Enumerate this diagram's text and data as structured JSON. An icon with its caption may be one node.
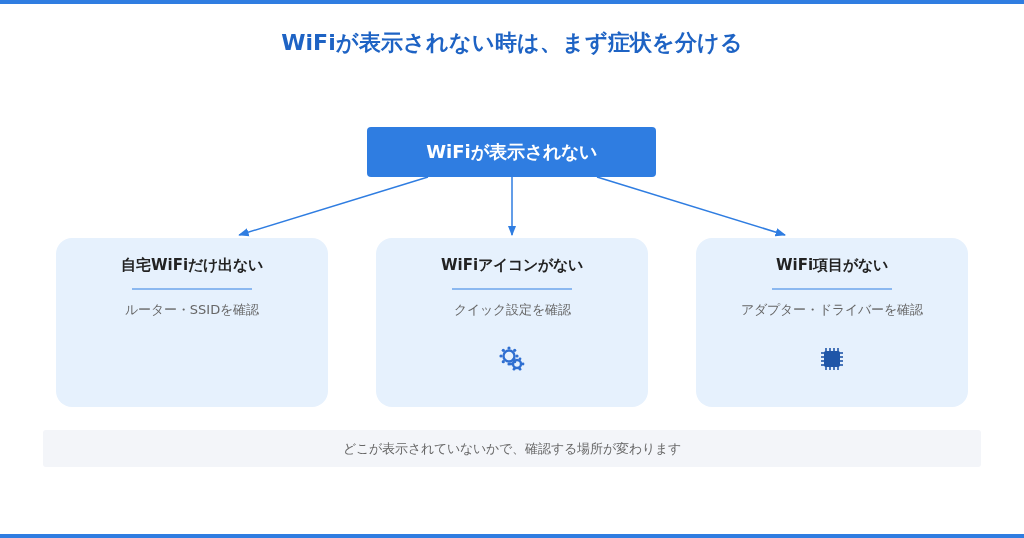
{
  "diagram": {
    "title": "WiFiが表示されない時は、まず症状を分ける",
    "nodes": [
      {
        "text": [
          "WiFiが表示されない"
        ]
      },
      {
        "text": [
          "自宅WiFiだけ出ない",
          "ルーター・SSIDを確認"
        ]
      },
      {
        "text": [
          "WiFiアイコンがない",
          "クイック設定を確認"
        ]
      },
      {
        "text": [
          "WiFi項目がない",
          "アダプター・ドライバーを確認"
        ]
      },
      {
        "text": [
          "どこが表示されていないかで、確認する場所が変わります"
        ]
      }
    ],
    "edges": [
      {
        "from": 0,
        "to": 1,
        "arrow": "to"
      },
      {
        "from": 0,
        "to": 2,
        "arrow": "to"
      },
      {
        "from": 0,
        "to": 3,
        "arrow": "to"
      }
    ]
  }
}
